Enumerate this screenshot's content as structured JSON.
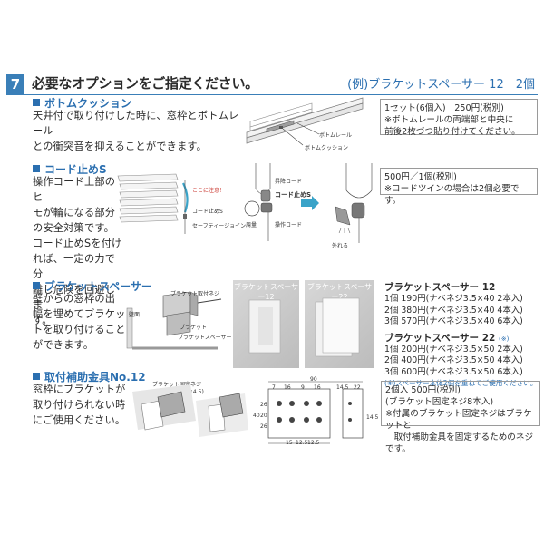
{
  "header": {
    "step": "7",
    "title": "必要なオプションをご指定ください。",
    "example": "(例)ブラケットスペーサー 12　2個"
  },
  "sections": {
    "bottom_cushion": {
      "heading": "ボトムクッション",
      "body": [
        "天井付で取り付けした時に、窓枠とボトムレール",
        "との衝突音を抑えることができます。"
      ],
      "labels": {
        "rail": "ボトムレール",
        "cushion": "ボトムクッション"
      },
      "price_box": [
        "1セット(6個入)　250円(税別)",
        "※ボトムレールの両端部と中央に",
        "前後2枚づつ貼り付けてください。"
      ]
    },
    "cord_stop": {
      "heading": "コード止めS",
      "body": [
        "操作コード上部のヒ",
        "モが輪になる部分",
        "の安全対策です。",
        "コード止めSを付け",
        "れば、一定の力で分",
        "離し危険を回避しま",
        "す。"
      ],
      "labels": {
        "attention": "ここに注意！",
        "cord_stop": "コード止めS",
        "safety_joint": "セーフティージョイント",
        "lift_cord": "昇降コード",
        "cord_stop_s": "コード止めS",
        "weight": "周量",
        "operation_cord": "操作コード",
        "detached": "外れる"
      },
      "price_box": [
        "500円／1個(税別)",
        "※コードツインの場合は2個必要です。"
      ]
    },
    "bracket_spacer": {
      "heading": "ブラケットスペーサー",
      "body": [
        "壁からの窓枠の出",
        "幅を埋めてブラケッ",
        "トを取り付けること",
        "ができます。"
      ],
      "labels": {
        "screw": "ブラケット取付ネジ",
        "bracket": "ブラケット",
        "spacer": "ブラケットスペーサー",
        "wall": "壁面"
      },
      "photo12": "ブラケットスペーサー12",
      "photo22": "ブラケットスペーサー22",
      "spacer12_title": "ブラケットスペーサー 12",
      "spacer12_lines": [
        "1個 190円(ナベネジ3.5×40 2本入)",
        "2個 380円(ナベネジ3.5×40 4本入)",
        "3個 570円(ナベネジ3.5×40 6本入)"
      ],
      "spacer22_title": "ブラケットスペーサー 22",
      "spacer22_mark": "(※)",
      "spacer22_lines": [
        "1個 200円(ナベネジ3.5×50 2本入)",
        "2個 400円(ナベネジ3.5×50 4本入)",
        "3個 600円(ナベネジ3.5×50 6本入)"
      ],
      "spacer22_note": "(※)スペーサー本体2個を重ねてご使用ください。"
    },
    "mounting_plate": {
      "heading": "取付補助金具No.12",
      "body": [
        "窓枠にブラケットが",
        "取り付けられない時",
        "にご使用ください。"
      ],
      "labels": {
        "screw": "ブラケット固定ネジ",
        "screw_spec": "(ナベネジ2.5×4.5)"
      },
      "dims": {
        "overall": "90",
        "top_row": [
          "7",
          "16",
          "9",
          "16",
          "14.5",
          "22"
        ],
        "side": [
          "26",
          "20",
          "26",
          "40"
        ],
        "right_h": "14.5",
        "bottom_row": [
          "15",
          "12.5",
          "12.5"
        ]
      },
      "price_box": [
        "2個入 500円(税別)",
        "(ブラケット固定ネジ8本入)",
        "※付属のブラケット固定ネジはブラケットと",
        "　取付補助金具を固定するためのネジです。"
      ]
    }
  },
  "colors": {
    "accent": "#3a7fb8",
    "text": "#2b2b2b",
    "note": "#2b6fb0"
  }
}
